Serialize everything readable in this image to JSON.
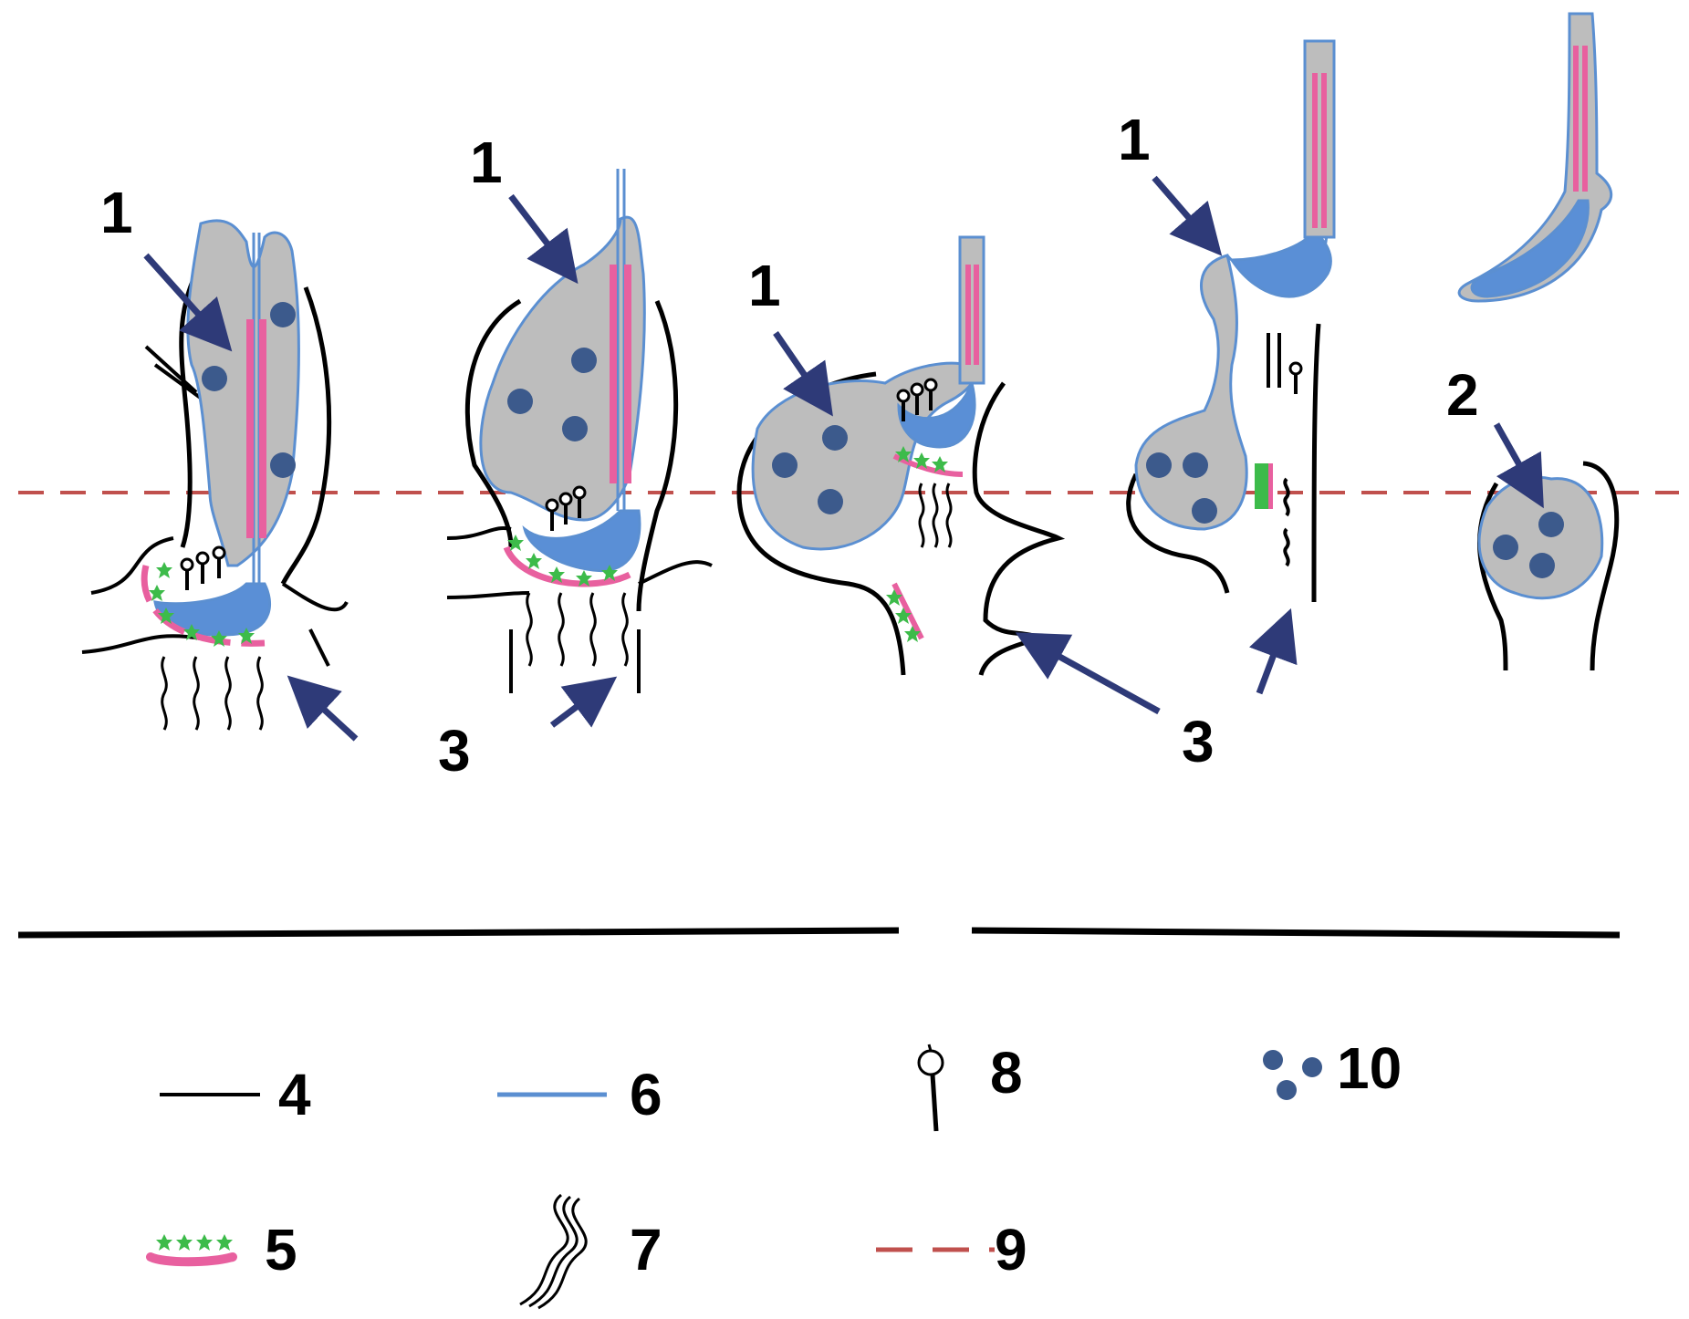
{
  "labels": {
    "stage1": "1",
    "stage2": "1",
    "stage3": "1",
    "stage4": "1",
    "stage5": "2",
    "group3": "3",
    "group3b": "3"
  },
  "legend": [
    {
      "key": "4",
      "symbol": "black-line"
    },
    {
      "key": "6",
      "symbol": "blue-line"
    },
    {
      "key": "8",
      "symbol": "lollipop"
    },
    {
      "key": "10",
      "symbol": "blue-dots"
    },
    {
      "key": "5",
      "symbol": "green-pink-band"
    },
    {
      "key": "7",
      "symbol": "wavy-lines"
    },
    {
      "key": "9",
      "symbol": "red-dashed-line"
    }
  ],
  "colors": {
    "cell_fill": "#bdbdbd",
    "membrane_blue": "#5b8fd1",
    "acrosome_blue": "#5a8fd6",
    "pink": "#e8609f",
    "green": "#3dbb4a",
    "arrow": "#2e3a78",
    "dots": "#3c5a8c",
    "dashed_red": "#c0504d",
    "outline": "#000000"
  },
  "icons": [
    "arrow-icon",
    "lollipop-icon",
    "dot-icon",
    "wavy-icon"
  ]
}
